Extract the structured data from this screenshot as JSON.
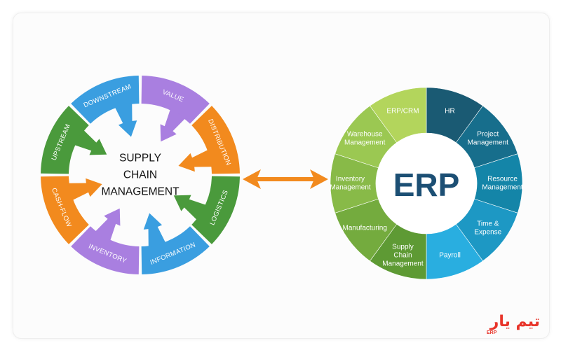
{
  "supply_chain": {
    "center_lines": [
      "SUPPLY",
      "CHAIN",
      "MANAGEMENT"
    ],
    "segments": [
      {
        "label": "DOWNSTREAM",
        "color": "#3a9ee0"
      },
      {
        "label": "VALUE",
        "color": "#a97fe0"
      },
      {
        "label": "DISTRIBUTION",
        "color": "#f28a1e"
      },
      {
        "label": "LOGISTICS",
        "color": "#4a9a3c"
      },
      {
        "label": "INFORMATION",
        "color": "#3a9ee0"
      },
      {
        "label": "INVENTORY",
        "color": "#a97fe0"
      },
      {
        "label": "CASH-FLOW",
        "color": "#f28a1e"
      },
      {
        "label": "UPSTREAM",
        "color": "#4a9a3c"
      }
    ]
  },
  "connector": {
    "color": "#f28a1e"
  },
  "erp": {
    "center_text": "ERP",
    "center_color": "#1c4f74",
    "segments": [
      {
        "lines": [
          "HR"
        ],
        "color": "#1a5a73"
      },
      {
        "lines": [
          "Project",
          "Management"
        ],
        "color": "#176e8c"
      },
      {
        "lines": [
          "Resource",
          "Management"
        ],
        "color": "#1485a8"
      },
      {
        "lines": [
          "Time &",
          "Expense"
        ],
        "color": "#1d98c4"
      },
      {
        "lines": [
          "Payroll"
        ],
        "color": "#29aee0"
      },
      {
        "lines": [
          "Supply",
          "Chain",
          "Management"
        ],
        "color": "#5e9a34"
      },
      {
        "lines": [
          "Manufacturing"
        ],
        "color": "#74ab3e"
      },
      {
        "lines": [
          "Inventory",
          "Management"
        ],
        "color": "#88ba48"
      },
      {
        "lines": [
          "Warehouse",
          "Management"
        ],
        "color": "#9bc852"
      },
      {
        "lines": [
          "ERP/CRM"
        ],
        "color": "#b3d55c"
      }
    ]
  },
  "logo": {
    "text": "تیم یار",
    "sub": "ERP",
    "color": "#e8342a"
  }
}
